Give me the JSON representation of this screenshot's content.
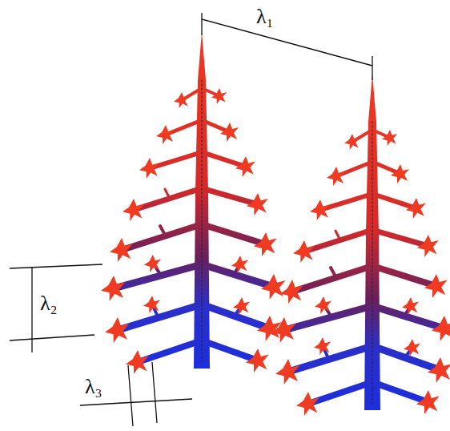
{
  "diagram": {
    "labels": [
      "λ₁",
      "λ₂",
      "λ₃"
    ]
  }
}
